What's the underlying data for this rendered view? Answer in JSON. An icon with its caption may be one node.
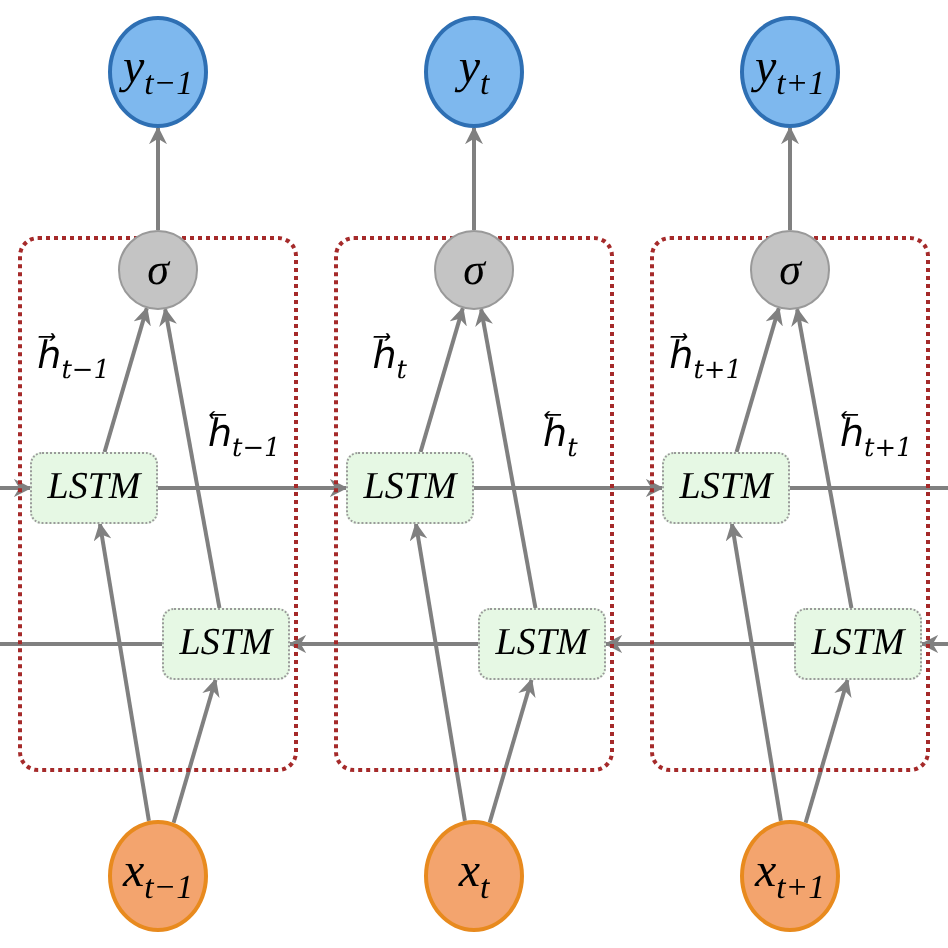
{
  "diagram": {
    "nodes": [
      {
        "text": [
          "y$_{t−1}$"
        ]
      },
      {
        "text": [
          "y$_{t}$"
        ]
      },
      {
        "text": [
          "y$_{t+1}$"
        ]
      },
      {
        "text": [
          "σ"
        ]
      },
      {
        "text": [
          "σ"
        ]
      },
      {
        "text": [
          "σ"
        ]
      },
      {
        "text": [],
        "shape": "box"
      },
      {
        "text": [],
        "shape": "box"
      },
      {
        "text": [],
        "shape": "box"
      },
      {
        "text": [
          "LSTM"
        ],
        "in": 6
      },
      {
        "text": [
          "LSTM"
        ],
        "in": 6
      },
      {
        "text": [
          "LSTM"
        ],
        "in": 7
      },
      {
        "text": [
          "LSTM"
        ],
        "in": 7
      },
      {
        "text": [
          "LSTM"
        ],
        "in": 8
      },
      {
        "text": [
          "LSTM"
        ],
        "in": 8
      },
      {
        "text": [
          "x$_{t−1}$"
        ]
      },
      {
        "text": [
          "x$_{t}$"
        ]
      },
      {
        "text": [
          "x$_{t+1}$"
        ]
      }
    ],
    "edges": [
      {
        "from": 3,
        "to": 0,
        "arrow": "to"
      },
      {
        "from": 9,
        "to": 3,
        "arrow": "to",
        "label": "h⃗$_{t−1}$"
      },
      {
        "from": 10,
        "to": 3,
        "arrow": "to",
        "label": "h⃖$_{t−1}$"
      },
      {
        "from": 15,
        "to": 9,
        "arrow": "to"
      },
      {
        "from": 15,
        "to": 10,
        "arrow": "to"
      },
      {
        "from": 4,
        "to": 1,
        "arrow": "to"
      },
      {
        "from": 11,
        "to": 4,
        "arrow": "to",
        "label": "h⃗$_{t}$"
      },
      {
        "from": 12,
        "to": 4,
        "arrow": "to",
        "label": "h⃖$_{t}$"
      },
      {
        "from": 16,
        "to": 11,
        "arrow": "to"
      },
      {
        "from": 16,
        "to": 12,
        "arrow": "to"
      },
      {
        "from": 5,
        "to": 2,
        "arrow": "to"
      },
      {
        "from": 13,
        "to": 5,
        "arrow": "to",
        "label": "h⃗$_{t+1}$"
      },
      {
        "from": 14,
        "to": 5,
        "arrow": "to",
        "label": "h⃖$_{t+1}$"
      },
      {
        "from": 17,
        "to": 13,
        "arrow": "to"
      },
      {
        "from": 17,
        "to": 14,
        "arrow": "to"
      },
      {
        "from": null,
        "to": 9,
        "arrow": "to"
      },
      {
        "from": 9,
        "to": 11,
        "arrow": "to"
      },
      {
        "from": 11,
        "to": 13,
        "arrow": "to"
      },
      {
        "from": 13,
        "to": null,
        "arrow": "none"
      },
      {
        "from": null,
        "to": 14,
        "arrow": "to"
      },
      {
        "from": 14,
        "to": 12,
        "arrow": "to"
      },
      {
        "from": 12,
        "to": 10,
        "arrow": "to"
      },
      {
        "from": 10,
        "to": null,
        "arrow": "none"
      }
    ]
  }
}
